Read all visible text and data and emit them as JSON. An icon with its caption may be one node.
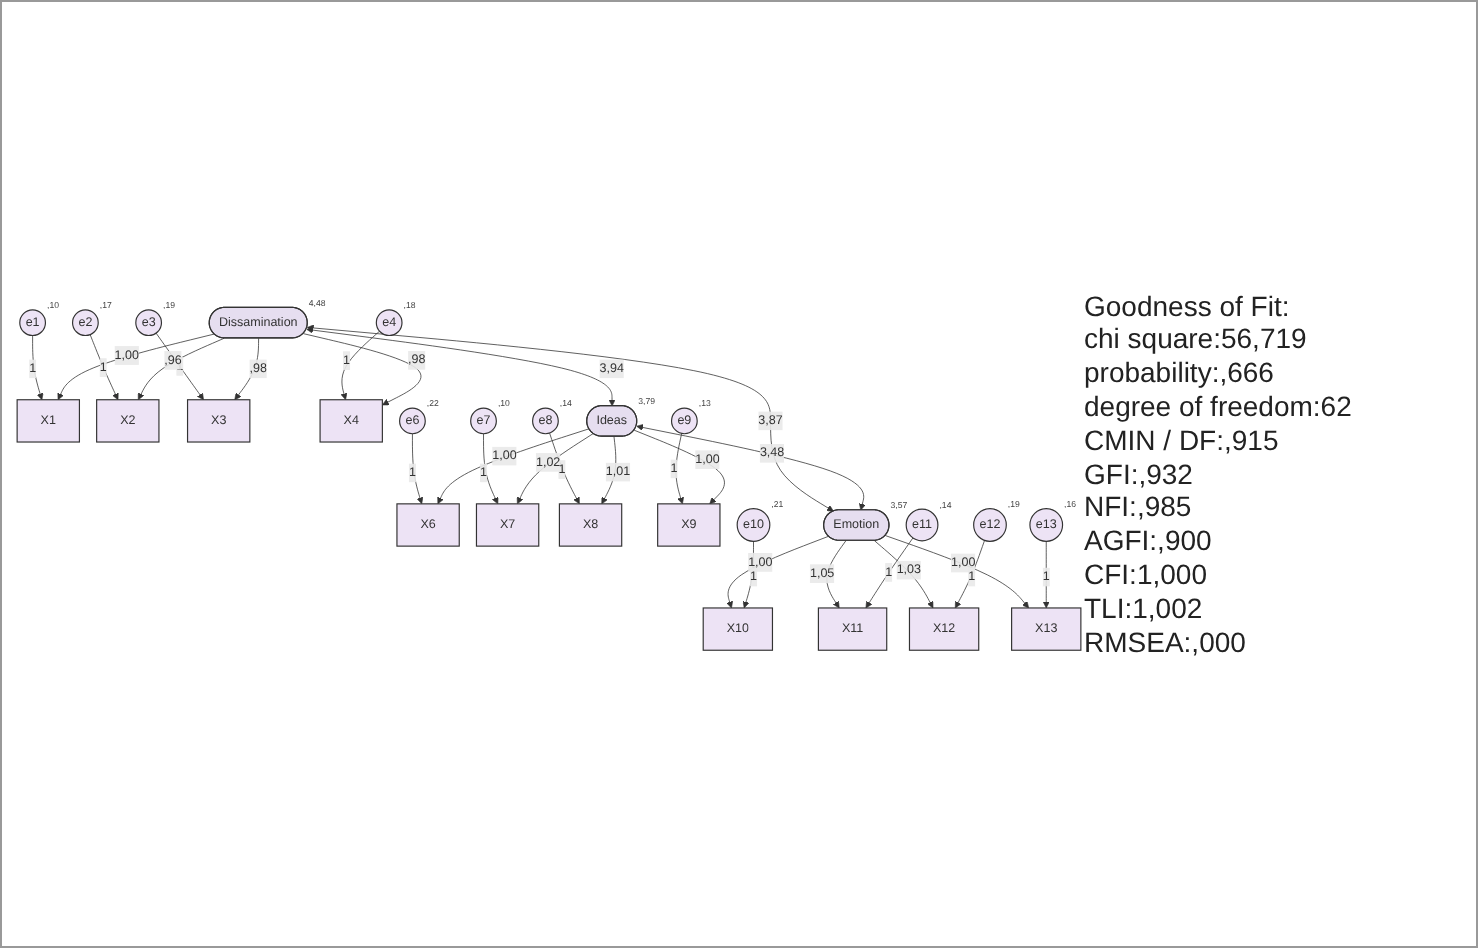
{
  "diagram": {
    "nodes": [
      {
        "text": [
          "e1"
        ],
        "beside": [
          ",10"
        ]
      },
      {
        "text": [
          "e2"
        ],
        "beside": [
          ",17"
        ]
      },
      {
        "text": [
          "e3"
        ],
        "beside": [
          ",19"
        ]
      },
      {
        "text": [
          "e4"
        ],
        "beside": [
          ",18"
        ]
      },
      {
        "text": [
          "X1"
        ]
      },
      {
        "text": [
          "X2"
        ]
      },
      {
        "text": [
          "X3"
        ]
      },
      {
        "text": [
          "X4"
        ]
      },
      {
        "text": [
          "Dissamination"
        ],
        "beside": [
          "4,48"
        ]
      },
      {
        "text": [
          "e6"
        ],
        "beside": [
          ",22"
        ]
      },
      {
        "text": [
          "e7"
        ],
        "beside": [
          ",10"
        ]
      },
      {
        "text": [
          "e8"
        ],
        "beside": [
          ",14"
        ]
      },
      {
        "text": [
          "e9"
        ],
        "beside": [
          ",13"
        ]
      },
      {
        "text": [
          "X6"
        ]
      },
      {
        "text": [
          "X7"
        ]
      },
      {
        "text": [
          "X8"
        ]
      },
      {
        "text": [
          "X9"
        ]
      },
      {
        "text": [
          "Ideas"
        ],
        "beside": [
          "3,79"
        ]
      },
      {
        "text": [
          "Emotion"
        ],
        "beside": [
          "3,57"
        ]
      },
      {
        "text": [
          "X10"
        ]
      },
      {
        "text": [
          "X11"
        ]
      },
      {
        "text": [
          "X12"
        ]
      },
      {
        "text": [
          "X13"
        ]
      },
      {
        "text": [
          "e10"
        ],
        "beside": [
          ",21"
        ]
      },
      {
        "text": [
          "e11"
        ],
        "beside": [
          ",14"
        ]
      },
      {
        "text": [
          "e12"
        ],
        "beside": [
          ",19"
        ]
      },
      {
        "text": [
          "e13"
        ],
        "beside": [
          ",16"
        ]
      }
    ],
    "edges": [
      {
        "from": 0,
        "to": 4,
        "arrow": "to",
        "label": "1"
      },
      {
        "from": 1,
        "to": 5,
        "arrow": "to",
        "label": "1"
      },
      {
        "from": 2,
        "to": 6,
        "arrow": "to",
        "label": "1"
      },
      {
        "from": 3,
        "to": 7,
        "arrow": "to",
        "label": "1"
      },
      {
        "from": 8,
        "to": 4,
        "arrow": "to",
        "label": "1,00"
      },
      {
        "from": 8,
        "to": 5,
        "arrow": "to",
        "label": ",96"
      },
      {
        "from": 8,
        "to": 6,
        "arrow": "to",
        "label": ",98"
      },
      {
        "from": 8,
        "to": 7,
        "arrow": "to",
        "label": ",98"
      },
      {
        "from": 9,
        "to": 13,
        "arrow": "to",
        "label": "1"
      },
      {
        "from": 10,
        "to": 14,
        "arrow": "to",
        "label": "1"
      },
      {
        "from": 11,
        "to": 15,
        "arrow": "to",
        "label": "1"
      },
      {
        "from": 12,
        "to": 16,
        "arrow": "to",
        "label": "1"
      },
      {
        "from": 17,
        "to": 13,
        "arrow": "to",
        "label": "1,00"
      },
      {
        "from": 17,
        "to": 14,
        "arrow": "to",
        "label": "1,02"
      },
      {
        "from": 17,
        "to": 15,
        "arrow": "to",
        "label": "1,01"
      },
      {
        "from": 17,
        "to": 16,
        "arrow": "to",
        "label": "1,00"
      },
      {
        "from": 8,
        "to": 17,
        "arrow": "both",
        "label": "3,94"
      },
      {
        "from": 8,
        "to": 18,
        "arrow": "both",
        "label": "3,87"
      },
      {
        "from": 17,
        "to": 18,
        "arrow": "both",
        "label": "3,48"
      },
      {
        "from": 18,
        "to": 19,
        "arrow": "to",
        "label": "1,00"
      },
      {
        "from": 18,
        "to": 20,
        "arrow": "to",
        "label": "1,05"
      },
      {
        "from": 18,
        "to": 21,
        "arrow": "to",
        "label": "1,03"
      },
      {
        "from": 18,
        "to": 22,
        "arrow": "to",
        "label": "1,00"
      },
      {
        "from": 23,
        "to": 19,
        "arrow": "to",
        "label": "1"
      },
      {
        "from": 24,
        "to": 20,
        "arrow": "to",
        "label": "1"
      },
      {
        "from": 25,
        "to": 21,
        "arrow": "to",
        "label": "1"
      },
      {
        "from": 26,
        "to": 22,
        "arrow": "to",
        "label": "1"
      }
    ],
    "labels": [
      "Goodness of Fit:",
      "chi square:56,719",
      "probability:,666",
      "degree of freedom:62",
      "CMIN / DF:,915",
      "GFI:,932",
      "NFI:,985",
      "AGFI:,900",
      "CFI:1,000",
      "TLI:1,002",
      "RMSEA:,000"
    ]
  }
}
